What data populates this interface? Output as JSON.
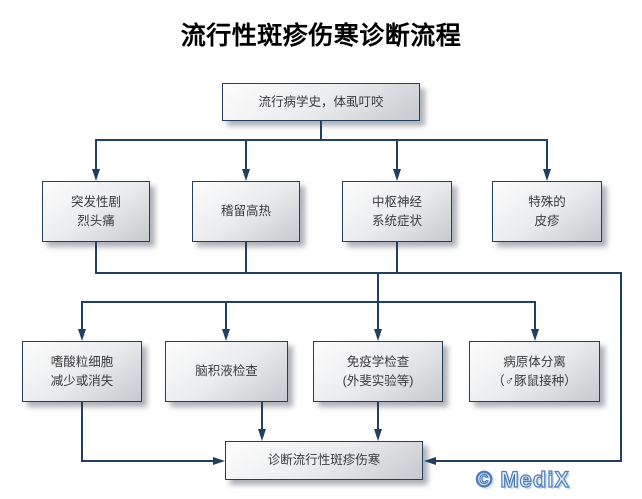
{
  "title": "流行性斑疹伤寒诊断流程",
  "watermark": "© MediX",
  "colors": {
    "line": "#20405f",
    "box_border": "#20405f",
    "box_fill_top": "#fdfdfd",
    "box_fill_bottom": "#c6c9cd",
    "box_text": "#3a3a3a",
    "title_text": "#000000",
    "watermark_fill": "#e8eef7",
    "watermark_stroke": "#4d7db8"
  },
  "nodes": {
    "root": {
      "id": "root",
      "label": "流行病学史，体虱叮咬"
    },
    "row2": [
      {
        "id": "headache",
        "label": "突发性剧\n烈头痛"
      },
      {
        "id": "fever",
        "label": "稽留高热"
      },
      {
        "id": "cns",
        "label": "中枢神经\n系统症状"
      },
      {
        "id": "rash",
        "label": "特殊的\n皮疹"
      }
    ],
    "row3": [
      {
        "id": "eosinophil",
        "label": "嗜酸粒细胞\n减少或消失"
      },
      {
        "id": "csf",
        "label": "脑积液检查"
      },
      {
        "id": "immunology",
        "label": "免疫学检查\n(外斐实验等)"
      },
      {
        "id": "pathogen",
        "label": "病原体分离\n（♂豚鼠接种）"
      }
    ],
    "diagnosis": {
      "id": "diagnosis",
      "label": "诊断流行性斑疹伤寒"
    }
  },
  "edges": [
    {
      "from": "root",
      "to": "headache,fever,cns,rash",
      "type": "fanout-arrows"
    },
    {
      "from": "headache,fever,cns",
      "to": "eosinophil,csf,immunology,pathogen",
      "type": "bus-arrows"
    },
    {
      "from": "csf",
      "to": "diagnosis",
      "type": "arrow-into-top"
    },
    {
      "from": "immunology",
      "to": "diagnosis",
      "type": "arrow-into-top"
    },
    {
      "from": "eosinophil",
      "to": "diagnosis",
      "type": "arrow-into-left"
    },
    {
      "from": "headache,fever,cns bus",
      "to": "diagnosis",
      "type": "arrow-into-right"
    }
  ]
}
